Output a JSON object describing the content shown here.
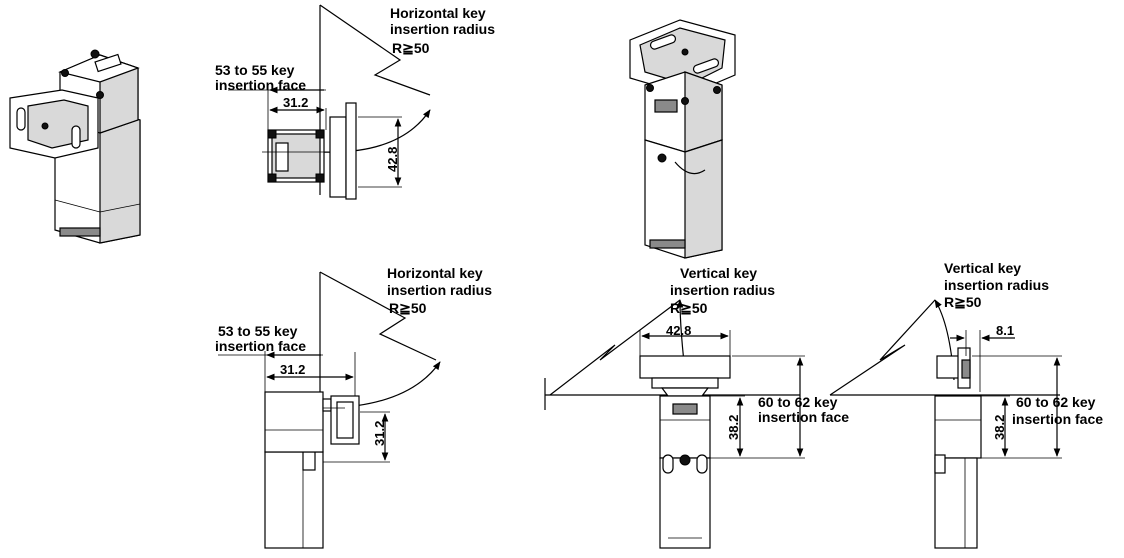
{
  "colors": {
    "ink": "#000000",
    "background": "#ffffff",
    "shade": "#d9d9d9"
  },
  "views": {
    "top_left_plan": {
      "radius_label_1": "Horizontal key",
      "radius_label_2": "insertion radius",
      "radius_value": "R≧50",
      "face_label_1": "53 to 55 key",
      "face_label_2": "insertion face",
      "dim_width": "31.2",
      "dim_height": "42.8"
    },
    "bottom_left_side": {
      "radius_label_1": "Horizontal key",
      "radius_label_2": "insertion radius",
      "radius_value": "R≧50",
      "face_label_1": "53 to 55 key",
      "face_label_2": "insertion face",
      "dim_width": "31.2",
      "dim_height": "31.2"
    },
    "bottom_middle_front": {
      "radius_label_1": "Vertical key",
      "radius_label_2": "insertion radius",
      "radius_value": "R≧50",
      "dim_width": "42.8",
      "dim_height": "38.2",
      "face_label_1": "60 to 62 key",
      "face_label_2": "insertion face"
    },
    "bottom_right_side": {
      "radius_label_1": "Vertical key",
      "radius_label_2": "insertion radius",
      "radius_value": "R≧50",
      "dim_offset": "8.1",
      "dim_height": "38.2",
      "face_label_1": "60 to 62 key",
      "face_label_2": "insertion face"
    }
  }
}
